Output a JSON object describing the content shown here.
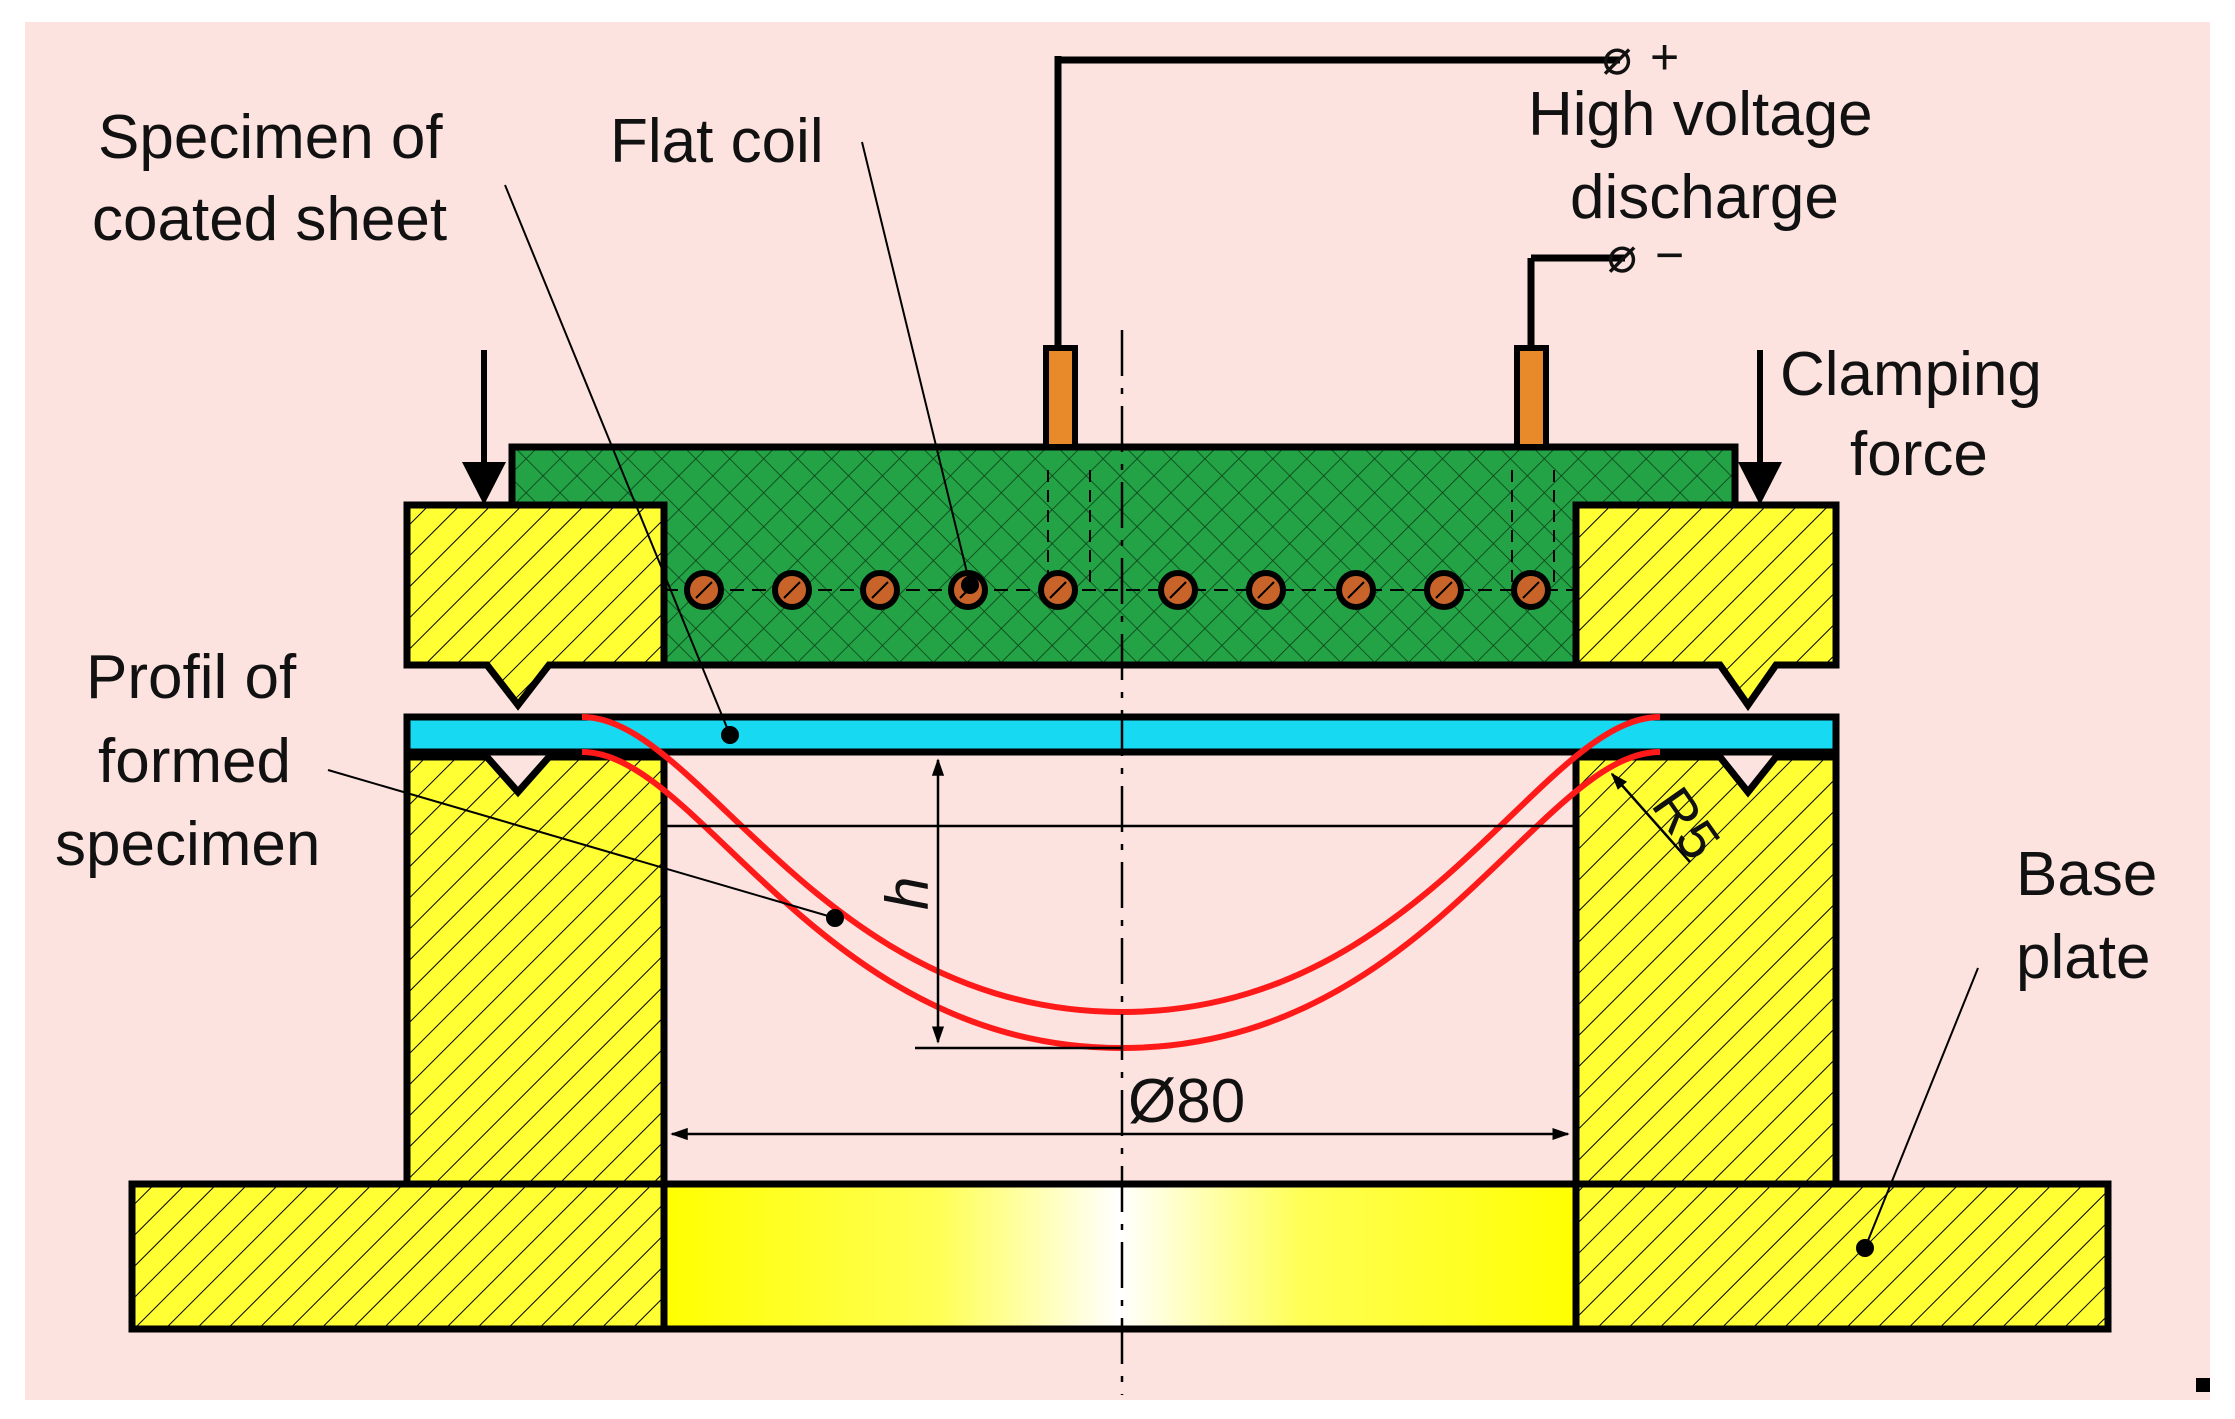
{
  "labels": {
    "specimen_line1": "Specimen of",
    "specimen_line2": "coated sheet",
    "flat_coil": "Flat coil",
    "hv_line1": "High voltage",
    "hv_line2": "discharge",
    "plus": "+",
    "minus": "−",
    "terminal_symbol": "⌀",
    "clamping_line1": "Clamping",
    "clamping_line2": "force",
    "profil_line1": "Profil of",
    "profil_line2": "formed",
    "profil_line3": "specimen",
    "height_symbol": "h",
    "radius": "R5",
    "diameter": "Ø80",
    "base_line1": "Base",
    "base_line2": "plate"
  },
  "colors": {
    "background": "#fce3df",
    "die": "#ffff33",
    "coil_body": "#23a345",
    "specimen": "#17d9f2",
    "formed_profile": "#ff1a1a",
    "terminal": "#e88a2a",
    "coil_turn": "#c8642a",
    "outline": "#000000"
  },
  "coil_turn_count": 10
}
